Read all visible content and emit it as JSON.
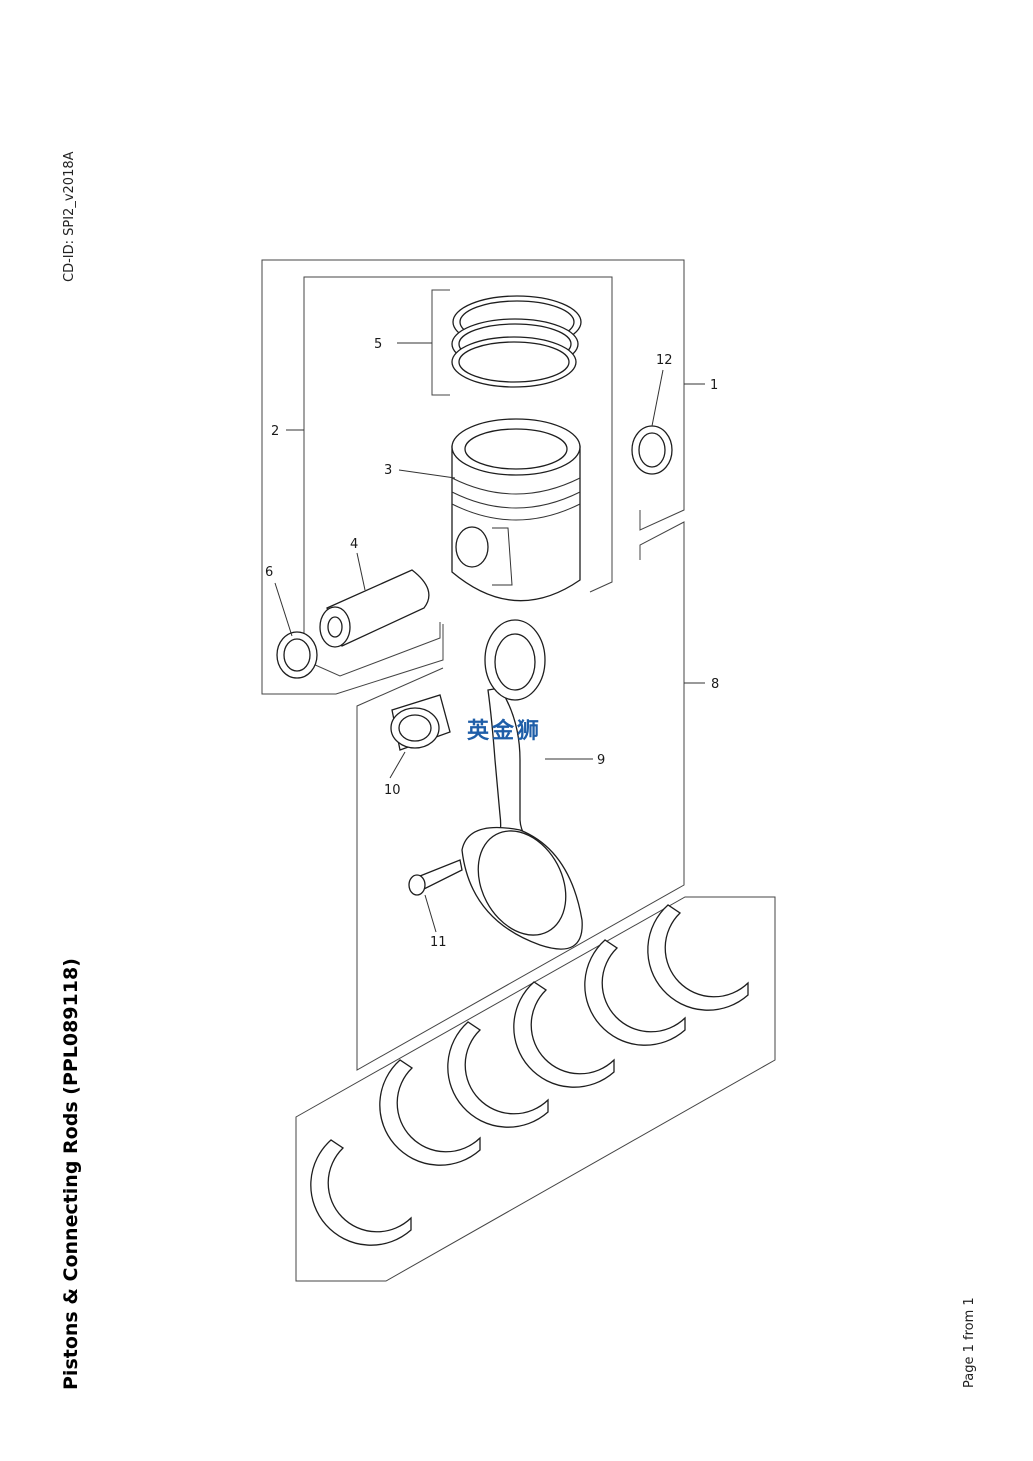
{
  "header": {
    "cd_id": "CD-ID: SPI2_v2018A"
  },
  "title": "Pistons & Connecting Rods (PPL089118)",
  "footer": {
    "page": "Page 1 from 1"
  },
  "watermark": "英金狮",
  "callouts": [
    {
      "id": "c1",
      "label": "1"
    },
    {
      "id": "c2",
      "label": "2"
    },
    {
      "id": "c3",
      "label": "3"
    },
    {
      "id": "c4",
      "label": "4"
    },
    {
      "id": "c5",
      "label": "5"
    },
    {
      "id": "c6",
      "label": "6"
    },
    {
      "id": "c8",
      "label": "8"
    },
    {
      "id": "c9",
      "label": "9"
    },
    {
      "id": "c10",
      "label": "10"
    },
    {
      "id": "c11",
      "label": "11"
    },
    {
      "id": "c12",
      "label": "12"
    }
  ]
}
